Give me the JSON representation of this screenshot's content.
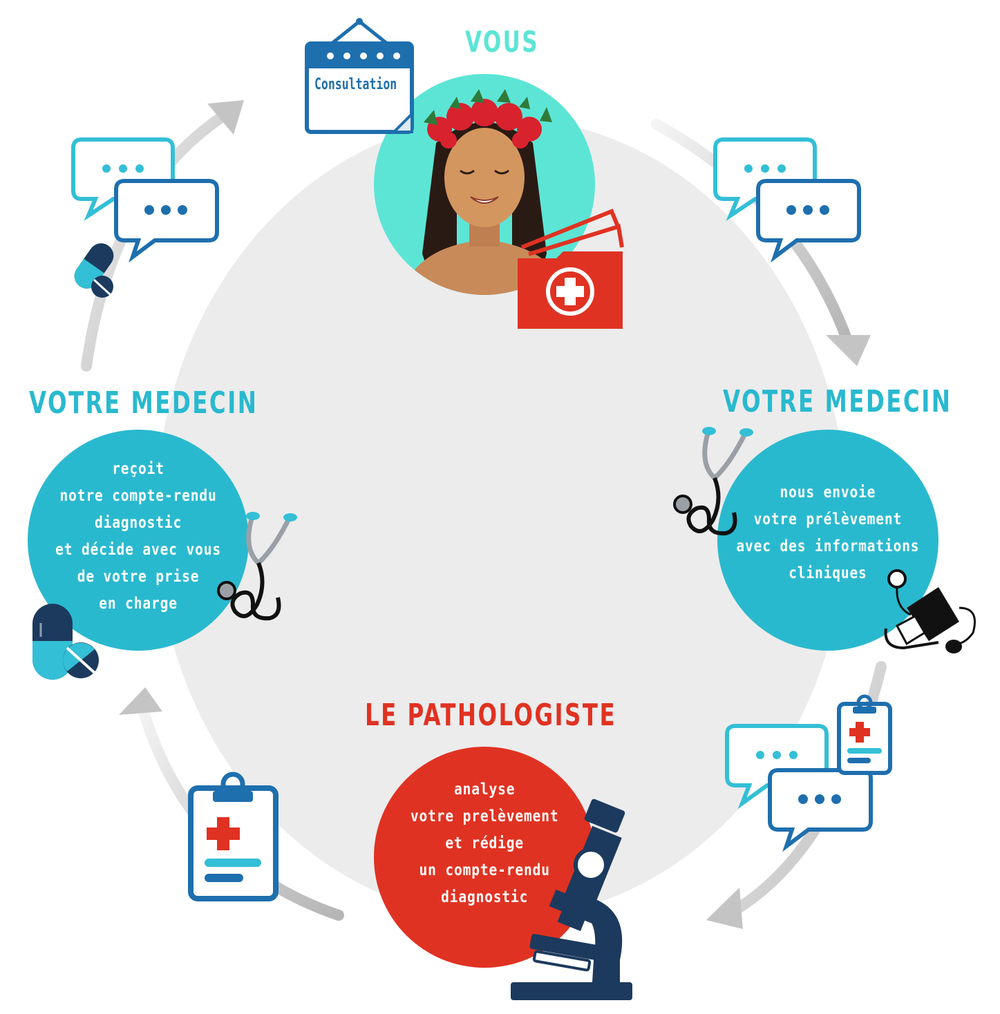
{
  "colors": {
    "accent_teal": "#29b9cf",
    "accent_mint": "#5ce5d5",
    "accent_red": "#e03222",
    "navy": "#1c3a5e",
    "icon_blue": "#1e6fae",
    "icon_light": "#33bfd6",
    "disc_grey": "#ececec"
  },
  "nodes": {
    "patient": {
      "title": "VOUS",
      "calendar_label": "Consultation"
    },
    "doctor_right": {
      "title": "VOTRE MEDECIN",
      "text": "nous envoie\nvotre prélèvement\navec des informations\ncliniques"
    },
    "pathologist": {
      "title": "LE PATHOLOGISTE",
      "text": "analyse\nvotre prelèvement\net rédige\nun compte-rendu\ndiagnostic"
    },
    "doctor_left": {
      "title": "VOTRE MEDECIN",
      "text": "reçoit\nnotre compte-rendu\ndiagnostic\net décide avec vous\nde votre prise\nen charge"
    }
  },
  "icons": [
    "calendar-icon",
    "medical-folder-icon",
    "chat-bubbles-icon",
    "stethoscope-icon",
    "blood-pressure-cuff-icon",
    "clipboard-icon",
    "microscope-icon",
    "pill-capsule-icon",
    "cycle-arrow-icon"
  ]
}
